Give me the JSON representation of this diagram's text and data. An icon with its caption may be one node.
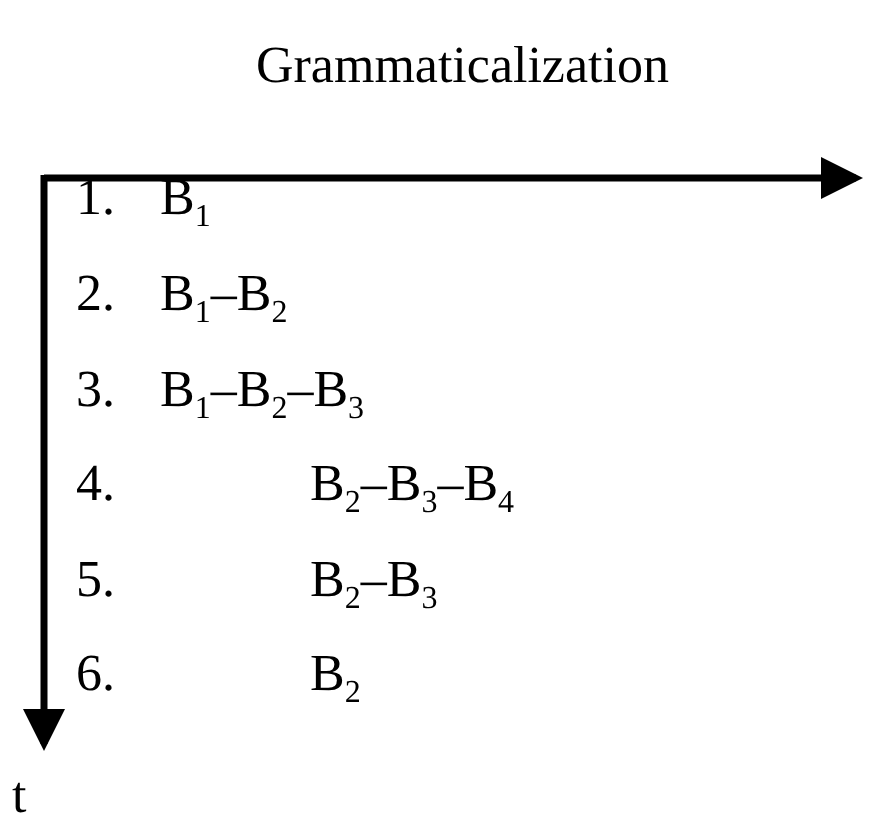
{
  "diagram": {
    "labels": [
      "Grammaticalization",
      "1.",
      "B$_{1}$",
      "2.",
      "B$_{1}$–B$_{2}$",
      "3.",
      "B$_{1}$–B$_{2}$–B$_{3}$",
      "4.",
      "B$_{2}$–B$_{3}$–B$_{4}$",
      "5.",
      "B$_{2}$–B$_{3}$",
      "6.",
      "B$_{2}$",
      "t"
    ]
  }
}
